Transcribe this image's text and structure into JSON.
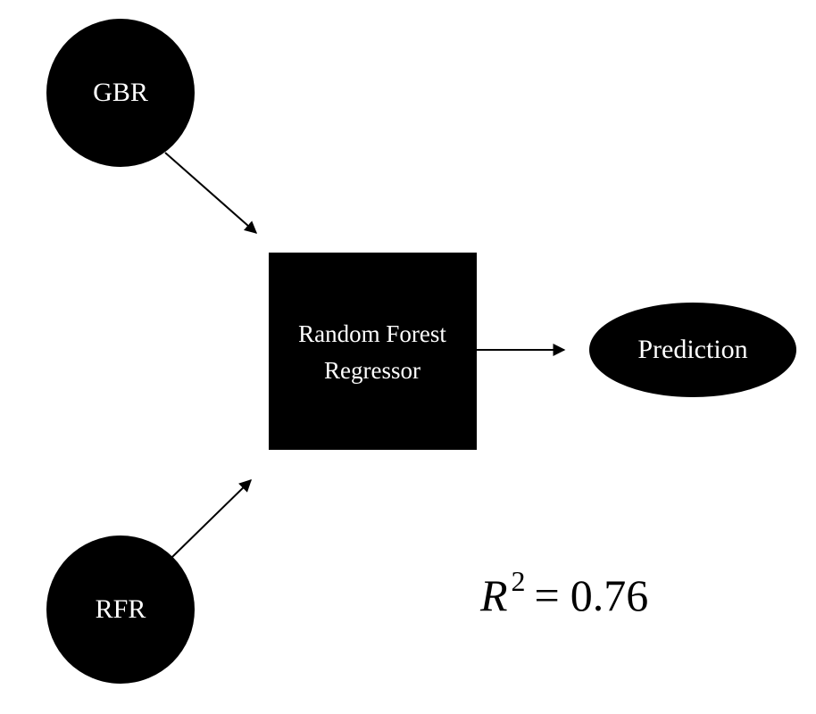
{
  "nodes": {
    "gbr": {
      "label": "GBR"
    },
    "rfr": {
      "label": "RFR"
    },
    "meta_model": {
      "line1": "Random Forest",
      "line2": "Regressor"
    },
    "prediction": {
      "label": "Prediction"
    }
  },
  "metric": {
    "symbol": "R",
    "exponent": "2",
    "operator": "=",
    "value": "0.76"
  },
  "colors": {
    "node_fill": "#000000",
    "node_text": "#ffffff",
    "edge": "#000000",
    "background": "#ffffff"
  }
}
